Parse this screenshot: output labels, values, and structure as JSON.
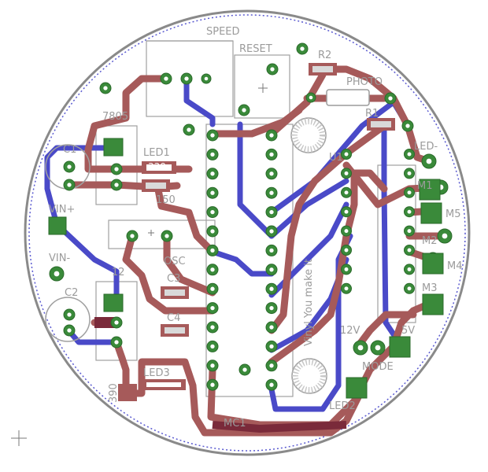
{
  "board": {
    "outline_color": "#8a8a8a",
    "dotted_color": "#5a5ad0",
    "top_copper_color": "#a65a5a",
    "bottom_copper_color": "#4a4ac8",
    "pad_color": "#3a8a3a",
    "mirrored_text": "Vinyl You make it"
  },
  "labels": {
    "speed": "SPEED",
    "reset": "RESET",
    "r2": "R2",
    "photo": "PHOTO",
    "r1": "R1",
    "u1": "U1",
    "led_minus": "LED-",
    "r7805": "7805",
    "c1": "C1",
    "led1": "LED1",
    "r330": "330",
    "r150": "150",
    "vin_plus": "VIN+",
    "vin_minus": "VIN-",
    "osc": "OSC",
    "c3": "C3",
    "c4": "C4",
    "c2": "C2",
    "reg12": "12",
    "led3": "LED3",
    "r390": "390",
    "mc1": "MC1",
    "m1": "M1",
    "m2": "M2",
    "m3": "M3",
    "m4": "M4",
    "m5": "M5",
    "v12": "12V",
    "v5": "5V",
    "mode": "MODE",
    "led2": "LED2"
  }
}
